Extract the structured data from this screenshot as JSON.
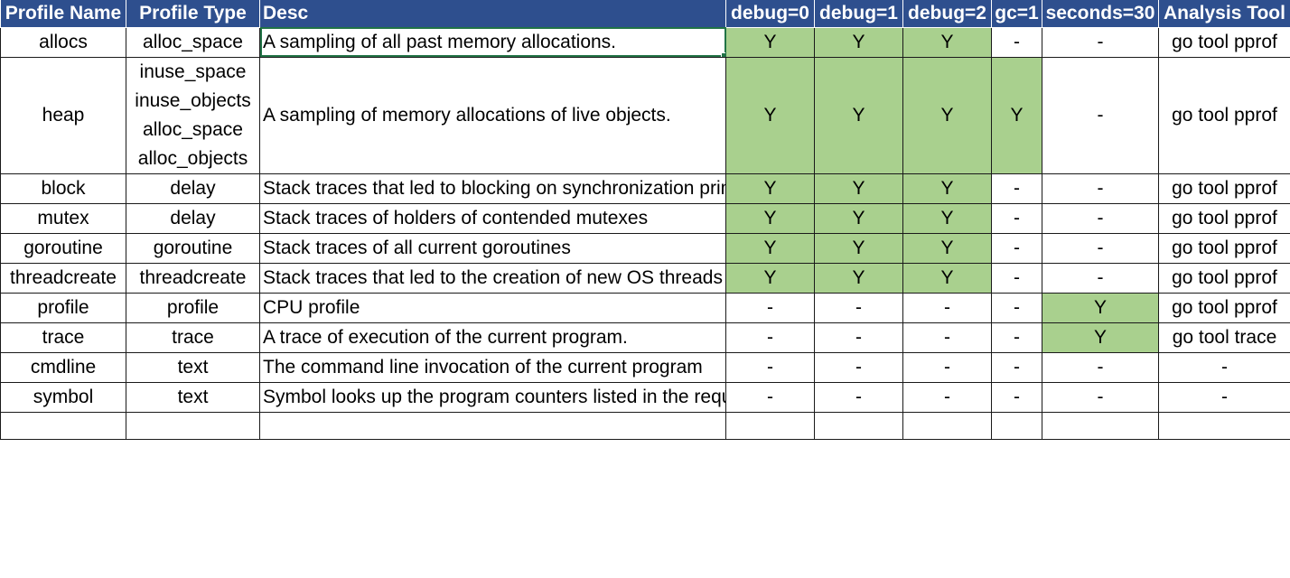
{
  "headers": [
    "Profile Name",
    "Profile Type",
    "Desc",
    "debug=0",
    "debug=1",
    "debug=2",
    "gc=1",
    "seconds=30",
    "Analysis Tool"
  ],
  "rows": [
    {
      "name": "allocs",
      "types": [
        "alloc_space"
      ],
      "desc": "A sampling of all past memory allocations.",
      "debug0": "Y",
      "debug1": "Y",
      "debug2": "Y",
      "gc1": "-",
      "seconds30": "-",
      "tool": "go tool pprof"
    },
    {
      "name": "heap",
      "types": [
        "inuse_space",
        "inuse_objects",
        "alloc_space",
        "alloc_objects"
      ],
      "desc": "A sampling of memory allocations of live objects.",
      "debug0": "Y",
      "debug1": "Y",
      "debug2": "Y",
      "gc1": "Y",
      "seconds30": "-",
      "tool": "go tool pprof"
    },
    {
      "name": "block",
      "types": [
        "delay"
      ],
      "desc": "Stack traces that led to blocking on synchronization primitives",
      "debug0": "Y",
      "debug1": "Y",
      "debug2": "Y",
      "gc1": "-",
      "seconds30": "-",
      "tool": "go tool pprof"
    },
    {
      "name": "mutex",
      "types": [
        "delay"
      ],
      "desc": "Stack traces of holders of contended mutexes",
      "debug0": "Y",
      "debug1": "Y",
      "debug2": "Y",
      "gc1": "-",
      "seconds30": "-",
      "tool": "go tool pprof"
    },
    {
      "name": "goroutine",
      "types": [
        "goroutine"
      ],
      "desc": "Stack traces of all current goroutines",
      "debug0": "Y",
      "debug1": "Y",
      "debug2": "Y",
      "gc1": "-",
      "seconds30": "-",
      "tool": "go tool pprof"
    },
    {
      "name": "threadcreate",
      "types": [
        "threadcreate"
      ],
      "desc": "Stack traces that led to the creation of new OS threads",
      "debug0": "Y",
      "debug1": "Y",
      "debug2": "Y",
      "gc1": "-",
      "seconds30": "-",
      "tool": "go tool pprof"
    },
    {
      "name": "profile",
      "types": [
        "profile"
      ],
      "desc": "CPU profile",
      "debug0": "-",
      "debug1": "-",
      "debug2": "-",
      "gc1": "-",
      "seconds30": "Y",
      "tool": "go tool pprof"
    },
    {
      "name": "trace",
      "types": [
        "trace"
      ],
      "desc": "A trace of execution of the current program.",
      "debug0": "-",
      "debug1": "-",
      "debug2": "-",
      "gc1": "-",
      "seconds30": "Y",
      "tool": "go tool trace"
    },
    {
      "name": "cmdline",
      "types": [
        "text"
      ],
      "desc": "The command line invocation of the current program",
      "debug0": "-",
      "debug1": "-",
      "debug2": "-",
      "gc1": "-",
      "seconds30": "-",
      "tool": "-"
    },
    {
      "name": "symbol",
      "types": [
        "text"
      ],
      "desc": "Symbol looks up the program counters listed in the request, responding with a table mapping program counters to function names.",
      "debug0": "-",
      "debug1": "-",
      "debug2": "-",
      "gc1": "-",
      "seconds30": "-",
      "tool": "-"
    }
  ],
  "colors": {
    "header_bg": "#2e4f8e",
    "header_text": "#ffffff",
    "yes_fill": "#a9d08e",
    "selection": "#217346"
  }
}
